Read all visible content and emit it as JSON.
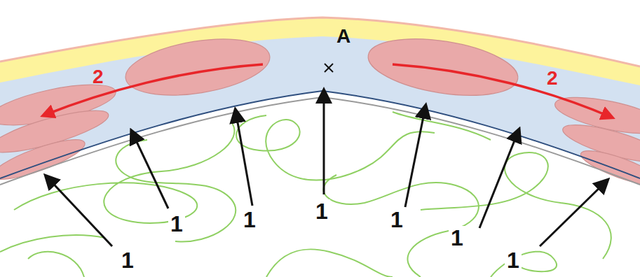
{
  "diagram": {
    "labels": [
      "A",
      "2",
      "2",
      "1",
      "1",
      "1",
      "1",
      "1",
      "1",
      "1"
    ]
  }
}
